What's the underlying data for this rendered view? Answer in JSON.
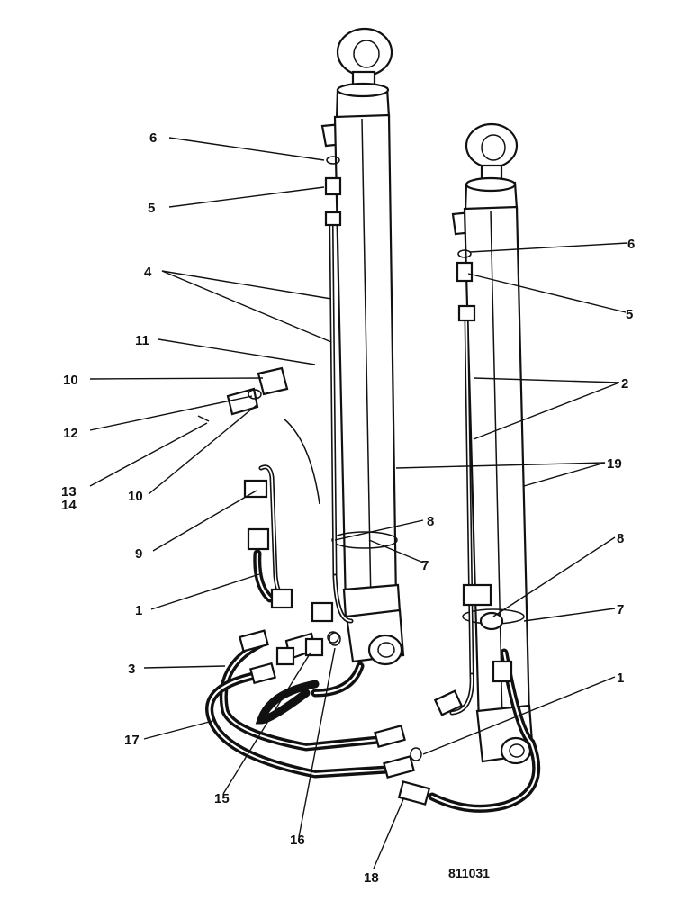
{
  "diagram": {
    "reference_number": "811031",
    "callouts": [
      {
        "id": "c6a",
        "label": "6"
      },
      {
        "id": "c5a",
        "label": "5"
      },
      {
        "id": "c4",
        "label": "4"
      },
      {
        "id": "c11",
        "label": "11"
      },
      {
        "id": "c10a",
        "label": "10"
      },
      {
        "id": "c12",
        "label": "12"
      },
      {
        "id": "c13",
        "label": "13"
      },
      {
        "id": "c14",
        "label": "14"
      },
      {
        "id": "c10b",
        "label": "10"
      },
      {
        "id": "c9",
        "label": "9"
      },
      {
        "id": "c1a",
        "label": "1"
      },
      {
        "id": "c3",
        "label": "3"
      },
      {
        "id": "c17",
        "label": "17"
      },
      {
        "id": "c15",
        "label": "15"
      },
      {
        "id": "c16",
        "label": "16"
      },
      {
        "id": "c18",
        "label": "18"
      },
      {
        "id": "c6b",
        "label": "6"
      },
      {
        "id": "c5b",
        "label": "5"
      },
      {
        "id": "c2",
        "label": "2"
      },
      {
        "id": "c19",
        "label": "19"
      },
      {
        "id": "c8a",
        "label": "8"
      },
      {
        "id": "c7a",
        "label": "7"
      },
      {
        "id": "c8b",
        "label": "8"
      },
      {
        "id": "c7b",
        "label": "7"
      },
      {
        "id": "c1b",
        "label": "1"
      }
    ]
  }
}
